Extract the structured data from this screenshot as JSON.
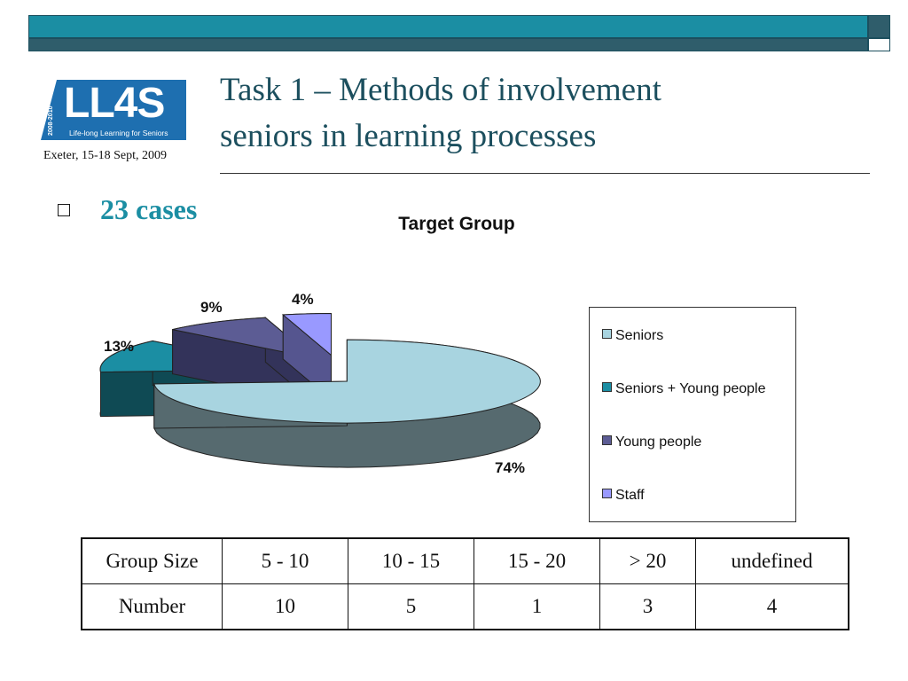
{
  "header": {
    "logo_text": "LL4S",
    "logo_years": "2008-2010",
    "logo_tagline": "Life-long Learning for Seniors",
    "event": "Exeter, 15-18 Sept, 2009",
    "title_line1": "Task 1 – Methods of involvement",
    "title_line2": "seniors in learning processes"
  },
  "bullet": {
    "text": "23 cases"
  },
  "colors": {
    "banner": "#1b8ea3",
    "banner_dark": "#2f5d6b",
    "title": "#1c4f5e",
    "accent": "#1b8ea3"
  },
  "chart_data": {
    "type": "pie",
    "title": "Target Group",
    "categories": [
      "Seniors",
      "Seniors + Young people",
      "Young people",
      "Staff"
    ],
    "values": [
      74,
      13,
      9,
      4
    ],
    "value_labels": [
      "74%",
      "13%",
      "9%",
      "4%"
    ],
    "colors": [
      "#a8d4e0",
      "#1b8ea3",
      "#5c5c94",
      "#9999ff"
    ],
    "side_colors": [
      "#566a6f",
      "#0f4a54",
      "#33335a",
      "#55558f"
    ],
    "legend_position": "right",
    "exploded": true,
    "three_d": true
  },
  "table": {
    "header": [
      "Group Size",
      "5 - 10",
      "10 - 15",
      "15 - 20",
      "> 20",
      "undefined"
    ],
    "row": [
      "Number",
      "10",
      "5",
      "1",
      "3",
      "4"
    ]
  }
}
